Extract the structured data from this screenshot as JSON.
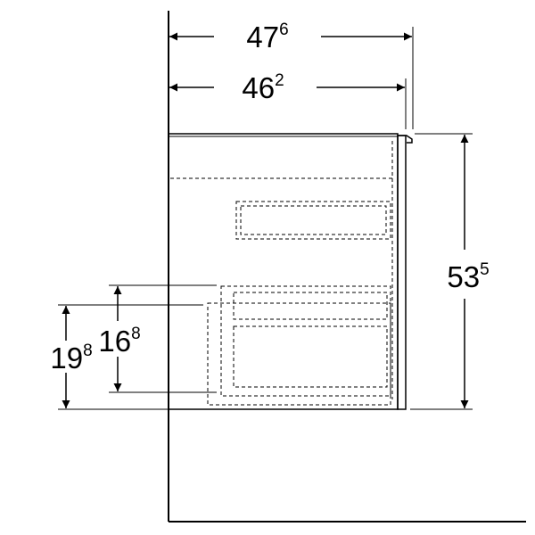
{
  "drawing": {
    "line_color": "#000000",
    "dimensions": {
      "overall_width": {
        "main": "47",
        "sup": "6"
      },
      "body_width": {
        "main": "46",
        "sup": "2"
      },
      "height": {
        "main": "53",
        "sup": "5"
      },
      "outer_lower_height": {
        "main": "19",
        "sup": "8"
      },
      "inner_lower_height": {
        "main": "16",
        "sup": "8"
      }
    }
  }
}
